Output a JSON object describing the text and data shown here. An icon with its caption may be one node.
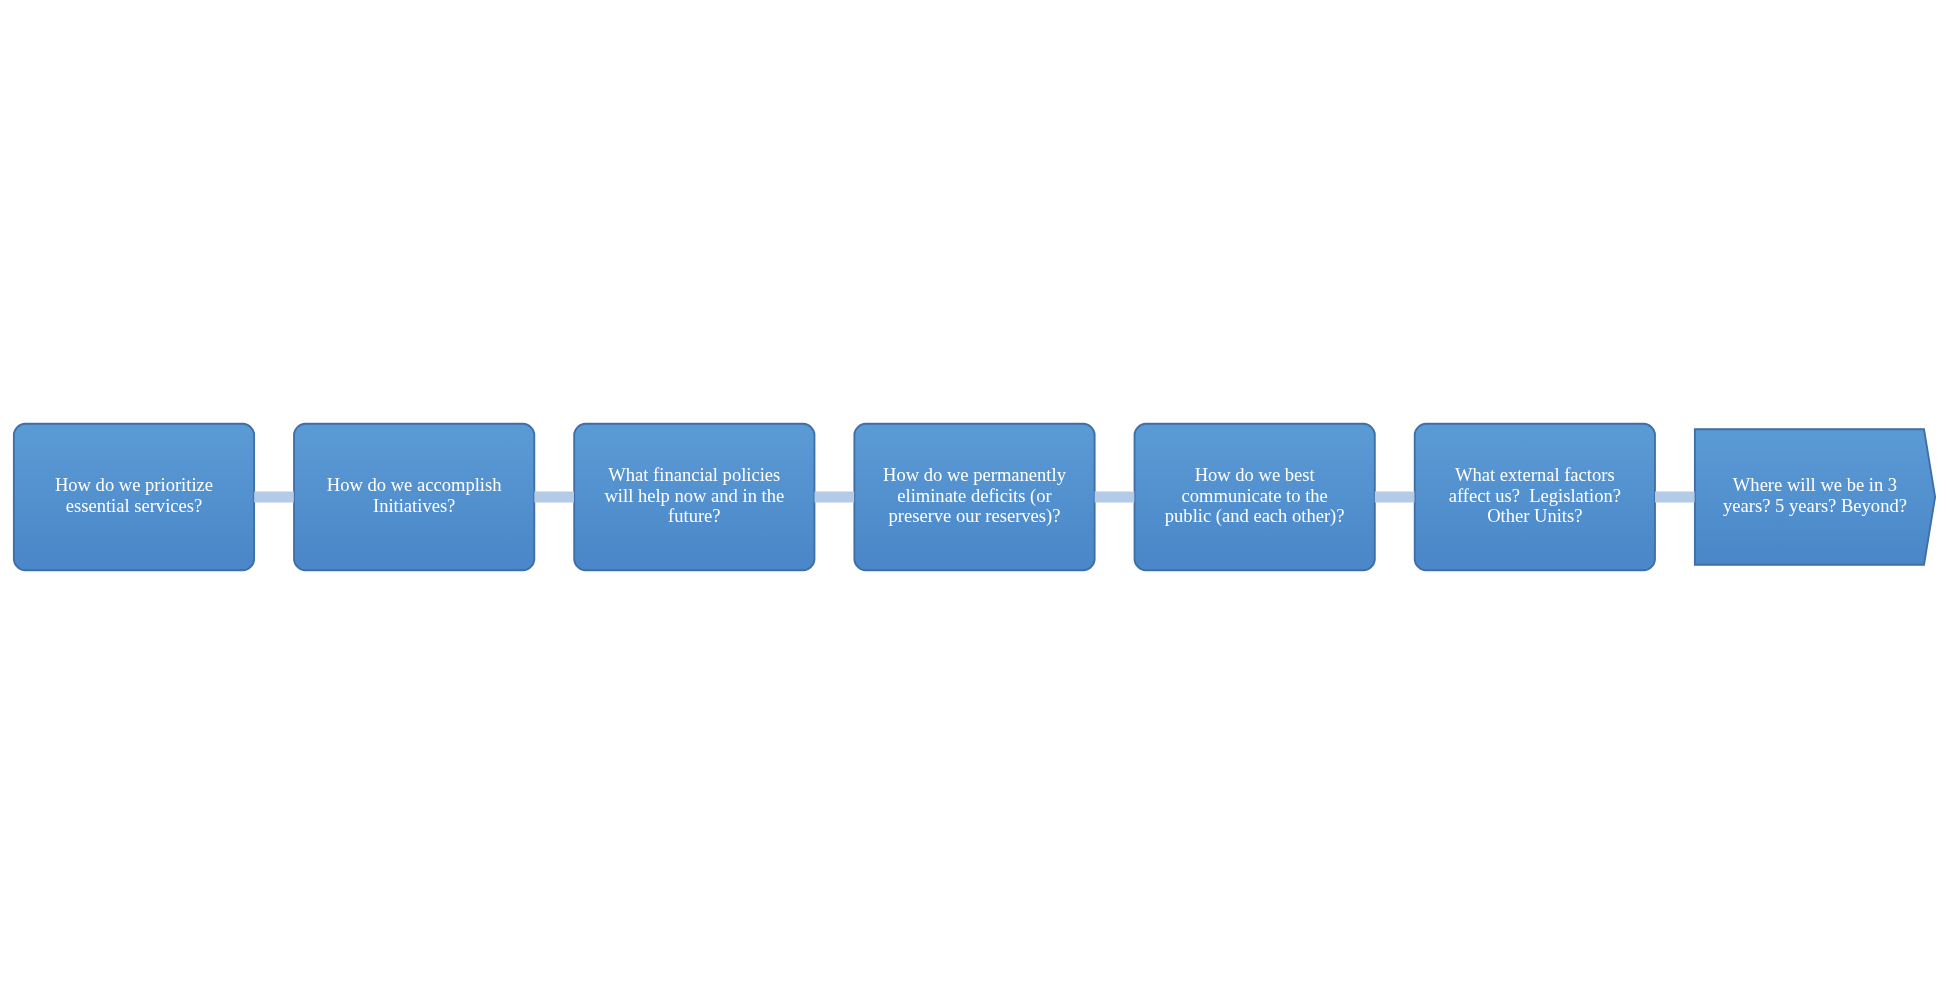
{
  "diagram": {
    "nodes": [
      {
        "text": [
          "How do we prioritize essential services?"
        ]
      },
      {
        "text": [
          "How do we accomplish Initiatives?"
        ]
      },
      {
        "text": [
          "What financial policies will help now and in the future?"
        ]
      },
      {
        "text": [
          "How do we permanently eliminate deficits (or preserve our reserves)?"
        ]
      },
      {
        "text": [
          "How do we best communicate to the public (and each other)?"
        ]
      },
      {
        "text": [
          "What external factors affect us?  Legislation? Other Units?"
        ]
      },
      {
        "text": [
          "Where will we be in 3 years? 5 years? Beyond?"
        ]
      }
    ],
    "edges": [
      {
        "from": 0,
        "to": 1,
        "arrow": "none"
      },
      {
        "from": 1,
        "to": 2,
        "arrow": "none"
      },
      {
        "from": 2,
        "to": 3,
        "arrow": "none"
      },
      {
        "from": 3,
        "to": 4,
        "arrow": "none"
      },
      {
        "from": 4,
        "to": 5,
        "arrow": "none"
      },
      {
        "from": 5,
        "to": 6,
        "arrow": "none"
      }
    ]
  }
}
